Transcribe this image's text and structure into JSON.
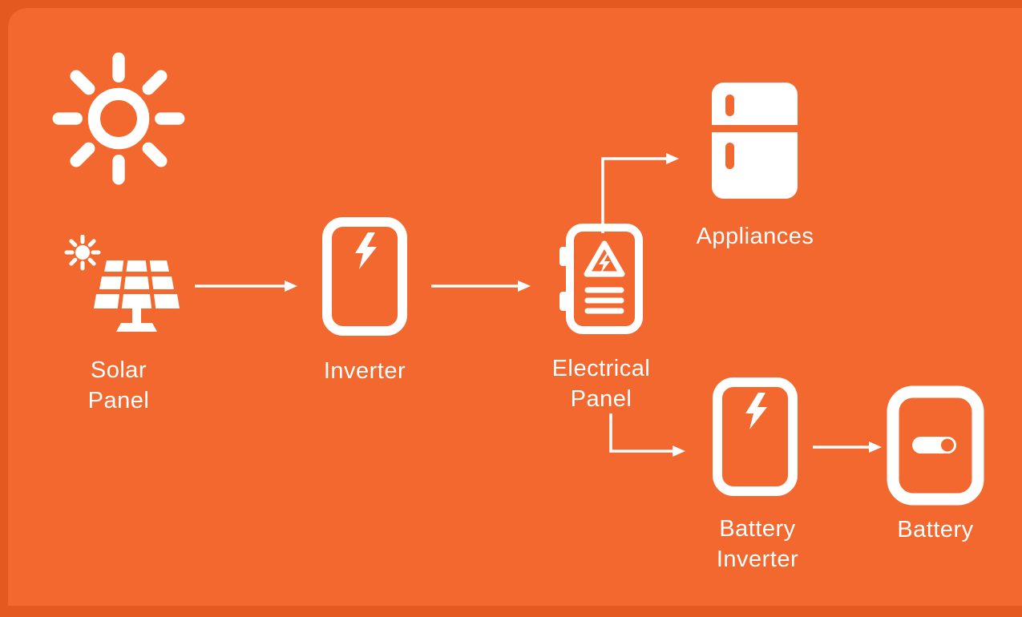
{
  "title": "Solar power system flow diagram",
  "theme": {
    "background": "#F2682F",
    "frame": "#E45920",
    "foreground": "#FFFFFF"
  },
  "nodes": {
    "sun": {
      "icon": "sun-icon",
      "label": ""
    },
    "solar_panel": {
      "icon": "solar-panel-icon",
      "label": "Solar Panel"
    },
    "inverter": {
      "icon": "inverter-icon",
      "label": "Inverter"
    },
    "electrical_panel": {
      "icon": "electrical-panel-icon",
      "label": "Electrical Panel"
    },
    "appliances": {
      "icon": "refrigerator-icon",
      "label": "Appliances"
    },
    "battery_inverter": {
      "icon": "battery-inverter-icon",
      "label": "Battery Inverter"
    },
    "battery": {
      "icon": "battery-icon",
      "label": "Battery"
    }
  },
  "edges": [
    {
      "from": "solar_panel",
      "to": "inverter",
      "style": "straight-right"
    },
    {
      "from": "inverter",
      "to": "electrical_panel",
      "style": "straight-right"
    },
    {
      "from": "electrical_panel",
      "to": "appliances",
      "style": "elbow-up-right"
    },
    {
      "from": "electrical_panel",
      "to": "battery_inverter",
      "style": "elbow-down-right"
    },
    {
      "from": "battery_inverter",
      "to": "battery",
      "style": "straight-right"
    }
  ]
}
